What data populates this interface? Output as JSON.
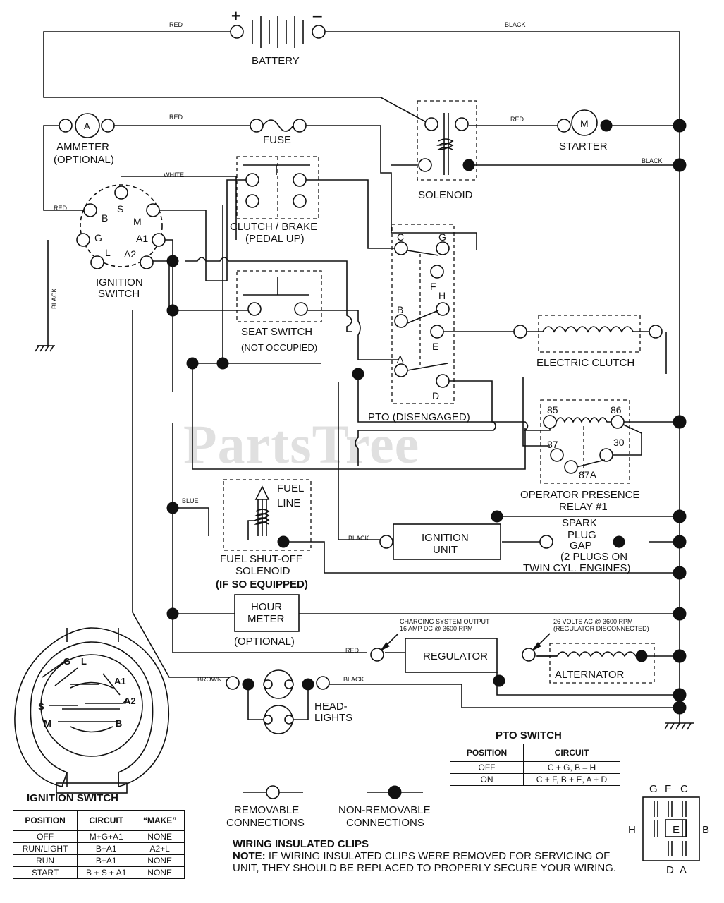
{
  "watermark": "PartsTree",
  "components": {
    "battery": "BATTERY",
    "ammeter": "AMMETER",
    "ammeter_opt": "(OPTIONAL)",
    "fuse": "FUSE",
    "starter": "STARTER",
    "solenoid": "SOLENOID",
    "clutch_brake": "CLUTCH / BRAKE",
    "clutch_brake_sub": "(PEDAL UP)",
    "ignition_switch": "IGNITION",
    "ignition_switch2": "SWITCH",
    "seat_switch": "SEAT SWITCH",
    "seat_switch_sub": "(NOT OCCUPIED)",
    "electric_clutch": "ELECTRIC CLUTCH",
    "pto": "PTO (DISENGAGED)",
    "opr_relay": "OPERATOR PRESENCE",
    "opr_relay2": "RELAY #1",
    "fuel_line": "FUEL",
    "fuel_line2": "LINE",
    "fuel_sol": "FUEL SHUT-OFF",
    "fuel_sol2": "SOLENOID",
    "fuel_sol3": "(IF SO EQUIPPED)",
    "ignition_unit": "IGNITION",
    "ignition_unit2": "UNIT",
    "spark1": "SPARK",
    "spark2": "PLUG",
    "spark3": "GAP",
    "spark4": "(2 PLUGS ON",
    "spark5": "TWIN CYL. ENGINES)",
    "hour1": "HOUR",
    "hour2": "METER",
    "hour3": "(OPTIONAL)",
    "regulator": "REGULATOR",
    "alternator": "ALTERNATOR",
    "charging1": "CHARGING SYSTEM OUTPUT",
    "charging2": "16 AMP DC @ 3600 RPM",
    "volts1": "26 VOLTS AC @ 3600 RPM",
    "volts2": "(REGULATOR DISCONNECTED)",
    "head1": "HEAD-",
    "head2": "LIGHTS"
  },
  "wire_labels": {
    "red": "RED",
    "black": "BLACK",
    "white": "WHITE",
    "blue": "BLUE",
    "brown": "BROWN"
  },
  "terminals": {
    "ign": [
      "B",
      "S",
      "M",
      "G",
      "A1",
      "L",
      "A2"
    ],
    "pto": [
      "C",
      "G",
      "F",
      "H",
      "B",
      "E",
      "A",
      "D"
    ],
    "relay": [
      "85",
      "86",
      "87",
      "30",
      "87A"
    ],
    "ammeter": "A",
    "starter": "M"
  },
  "legend": {
    "removable1": "REMOVABLE",
    "removable2": "CONNECTIONS",
    "nonremovable1": "NON-REMOVABLE",
    "nonremovable2": "CONNECTIONS"
  },
  "pto_switch_table": {
    "title": "PTO SWITCH",
    "headers": [
      "POSITION",
      "CIRCUIT"
    ],
    "rows": [
      [
        "OFF",
        "C + G, B – H"
      ],
      [
        "ON",
        "C + F, B + E, A + D"
      ]
    ]
  },
  "ignition_switch_table": {
    "title": "IGNITION SWITCH",
    "headers": [
      "POSITION",
      "CIRCUIT",
      "“MAKE”"
    ],
    "rows": [
      [
        "OFF",
        "M+G+A1",
        "NONE"
      ],
      [
        "RUN/LIGHT",
        "B+A1",
        "A2+L"
      ],
      [
        "RUN",
        "B+A1",
        "NONE"
      ],
      [
        "START",
        "B + S + A1",
        "NONE"
      ]
    ]
  },
  "ign_face_labels": [
    "G",
    "L",
    "A1",
    "A2",
    "S",
    "M",
    "B"
  ],
  "pto_face_labels": [
    "G",
    "F",
    "C",
    "H",
    "E",
    "B",
    "D",
    "A"
  ],
  "note": {
    "title": "WIRING INSULATED CLIPS",
    "prefix": "NOTE:",
    "text": "IF WIRING INSULATED CLIPS WERE REMOVED FOR SERVICING OF UNIT, THEY SHOULD BE REPLACED TO PROPERLY SECURE YOUR WIRING."
  }
}
